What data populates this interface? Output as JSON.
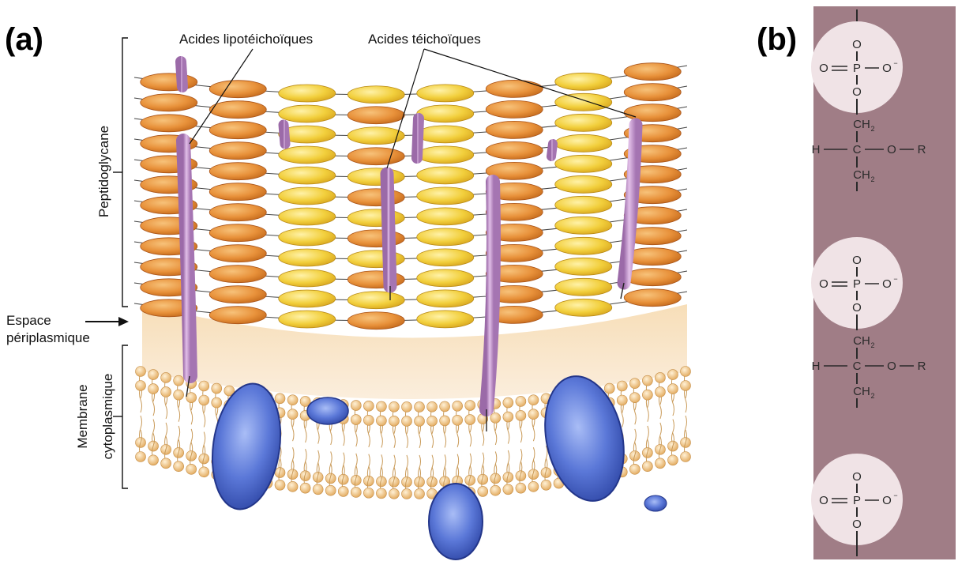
{
  "panels": {
    "a_label": "(a)",
    "b_label": "(b)"
  },
  "labels": {
    "lipoteichoic": "Acides lipotéichoïques",
    "teichoic": "Acides téichoïques",
    "peptidoglycan": "Peptidoglycane",
    "periplasmic_line1": "Espace",
    "periplasmic_line2": "périplasmique",
    "membrane_line1": "Membrane",
    "membrane_line2": "cytoplasmique"
  },
  "structure": {
    "phosphate": {
      "o_top": "O",
      "o_double": "O",
      "p": "P",
      "o_minus": "O",
      "charge": "−",
      "o_bottom": "O"
    },
    "glycerol": {
      "ch2_top": "CH",
      "sub2": "2",
      "h": "H",
      "c": "C",
      "o": "O",
      "r": "R",
      "ch2_bottom": "CH"
    }
  },
  "colors": {
    "strip": "#a07d86",
    "phosphate_circle": "#f0e3e6",
    "orange_bead": "#e8913a",
    "yellow_bead": "#f2cf3c",
    "teichoic_rod": "#c79ad2",
    "protein": "#5b78d8",
    "lipid_head": "#f3c98a"
  }
}
